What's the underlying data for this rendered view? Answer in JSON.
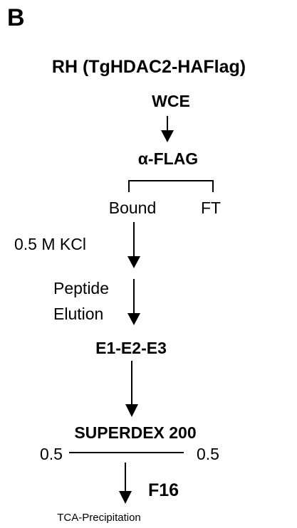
{
  "panel_label": "B",
  "title": "RH (TgHDAC2-HAFlag)",
  "steps": {
    "wce": "WCE",
    "alpha_flag": "α-FLAG",
    "bound": "Bound",
    "ft": "FT",
    "kcl_wash": "0.5 M KCl",
    "peptide": "Peptide",
    "elution": "Elution",
    "eluates": "E1-E2-E3",
    "superdex": "SUPERDEX 200",
    "frac_left": "0.5",
    "frac_right": "0.5",
    "fraction": "F16",
    "tca": "TCA-Precipitation"
  }
}
